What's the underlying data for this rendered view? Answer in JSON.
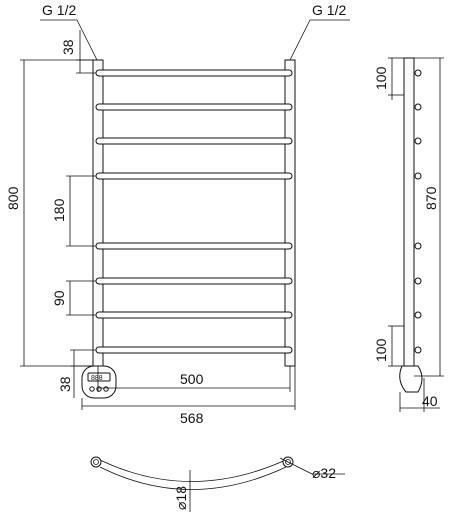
{
  "front_view": {
    "inlet_left_label": "G 1/2",
    "inlet_right_label": "G 1/2",
    "top_offset": "38",
    "bottom_offset": "38",
    "height": "800",
    "rung_spacing_large": "180",
    "rung_spacing_small": "90",
    "center_distance": "500",
    "overall_width": "568"
  },
  "side_view": {
    "top_spacing": "100",
    "bottom_spacing": "100",
    "overall_height": "870",
    "depth": "40"
  },
  "top_view": {
    "pipe_diameter": "⌀32",
    "rung_diameter": "⌀18"
  },
  "heater": {
    "display_text": "888"
  }
}
